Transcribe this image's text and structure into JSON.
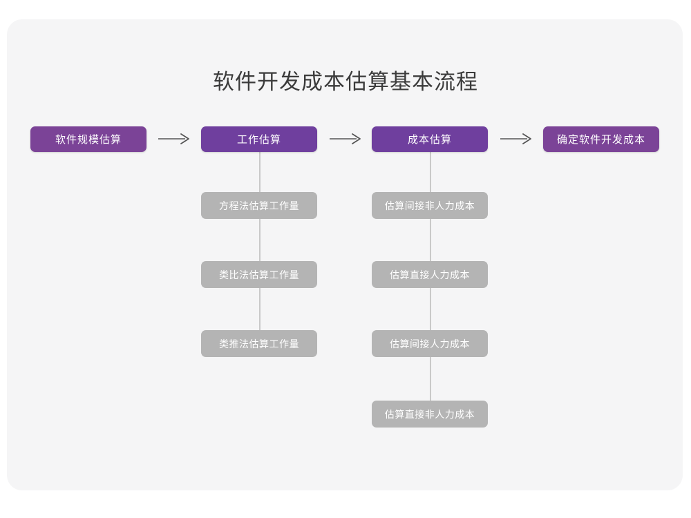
{
  "title": "软件开发成本估算基本流程",
  "colors": {
    "page_background": "#ffffff",
    "card_background": "#f5f5f6",
    "stage_purple": "#7b4397",
    "stage_purple_alt": "#6f3f9e",
    "sub_gray": "#b4b4b4",
    "connector_gray": "#c9c9c9",
    "arrow_gray": "#555555",
    "title_text": "#3b3b3b",
    "box_text": "#ffffff"
  },
  "flow": {
    "stages": [
      {
        "label": "软件规模估算",
        "sub_items": []
      },
      {
        "label": "工作估算",
        "sub_items": [
          "方程法估算工作量",
          "类比法估算工作量",
          "类推法估算工作量"
        ]
      },
      {
        "label": "成本估算",
        "sub_items": [
          "估算间接非人力成本",
          "估算直接人力成本",
          "估算间接人力成本",
          "估算直接非人力成本"
        ]
      },
      {
        "label": "确定软件开发成本",
        "sub_items": []
      }
    ],
    "arrow_icon": "arrow-right-icon",
    "arrow_count": 3
  }
}
